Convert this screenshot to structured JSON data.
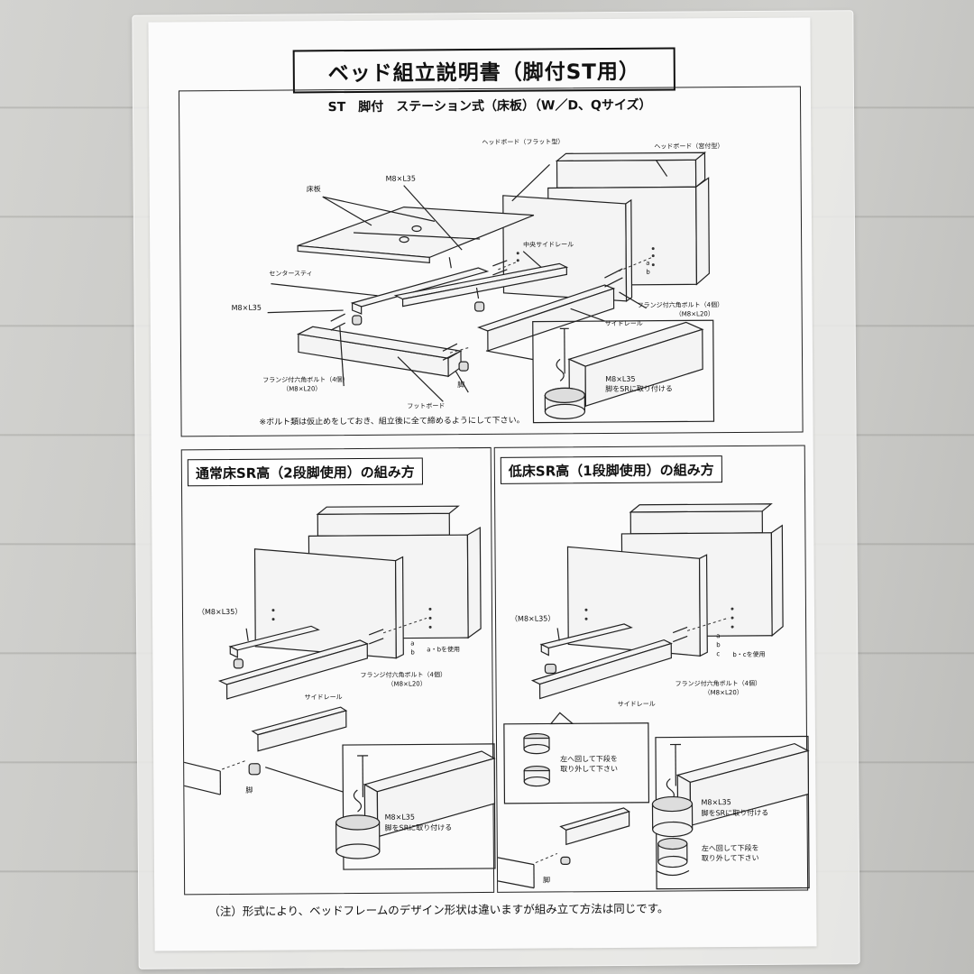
{
  "document": {
    "title": "ベッド組立説明書（脚付ST用）",
    "top_section": {
      "heading": "ST　脚付　ステーション式（床板）（W／D、Qサイズ）",
      "labels": {
        "headboard_flat": "ヘッドボード（フラット型）",
        "headboard_shelf": "ヘッドボード（宮付型）",
        "floorboard": "床板",
        "bolt_m8l35_a": "M8×L35",
        "center_side_rail": "中央サイドレール",
        "center_stay": "センタースティ",
        "bolt_m8l35_b": "M8×L35",
        "flange_bolt_right": "フランジ付六角ボルト（4個）",
        "flange_bolt_right_size": "（M8×L20）",
        "side_rail": "サイドレール",
        "flange_bolt_left": "フランジ付六角ボルト（4個）",
        "flange_bolt_left_size": "（M8×L20）",
        "leg": "脚",
        "footboard": "フットボード",
        "detail_bolt": "M8×L35",
        "detail_attach": "脚をSRに取り付ける",
        "hole_a": "a",
        "hole_b": "b"
      },
      "note": "※ボルト類は仮止めをしておき、組立後に全て締めるようにして下さい。"
    },
    "left_section": {
      "title": "通常床SR高（2段脚使用）の組み方",
      "labels": {
        "bolt": "（M8×L35）",
        "hole_a": "a",
        "hole_b": "b",
        "use_ab": "a・bを使用",
        "flange_bolt": "フランジ付六角ボルト（4個）",
        "flange_bolt_size": "（M8×L20）",
        "side_rail": "サイドレール",
        "leg": "脚",
        "detail_bolt": "M8×L35",
        "detail_attach": "脚をSRに取り付ける"
      }
    },
    "right_section": {
      "title": "低床SR高（1段脚使用）の組み方",
      "labels": {
        "bolt": "（M8×L35）",
        "hole_a": "a",
        "hole_b": "b",
        "hole_c": "c",
        "use_bc": "b・cを使用",
        "flange_bolt": "フランジ付六角ボルト（4個）",
        "flange_bolt_size": "（M8×L20）",
        "side_rail": "サイドレール",
        "turn_left_1": "左へ回して下段を",
        "turn_left_1b": "取り外して下さい",
        "detail_bolt": "M8×L35",
        "detail_attach": "脚をSRに取り付ける",
        "turn_left_2": "左へ回して下段を",
        "turn_left_2b": "取り外して下さい",
        "leg": "脚"
      }
    },
    "footer": "（注）形式により、ベッドフレームのデザイン形状は違いますが組み立て方法は同じです。"
  }
}
